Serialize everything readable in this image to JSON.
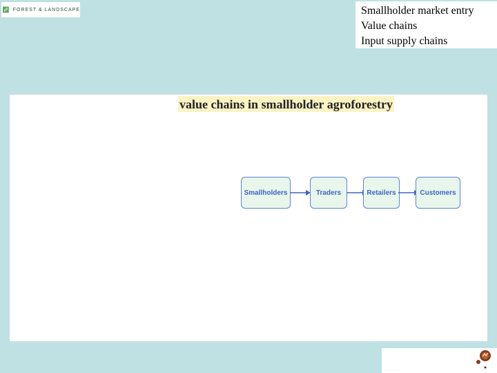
{
  "header": {
    "logo_text": "FOREST & LANDSCAPE",
    "topics": [
      "Smallholder market entry",
      "Value chains",
      "Input supply chains"
    ]
  },
  "slide": {
    "title": "value chains in smallholder agroforestry",
    "chain": [
      "Smallholders",
      "Traders",
      "Retailers",
      "Customers"
    ]
  },
  "footer": {
    "small_text": "··· ···· ····· ·········"
  },
  "colors": {
    "background": "#bfe1e3",
    "node_fill": "#e8f6ec",
    "node_border": "#5b84d8",
    "node_text": "#3e64c0",
    "title_highlight": "#fbf3c4"
  }
}
